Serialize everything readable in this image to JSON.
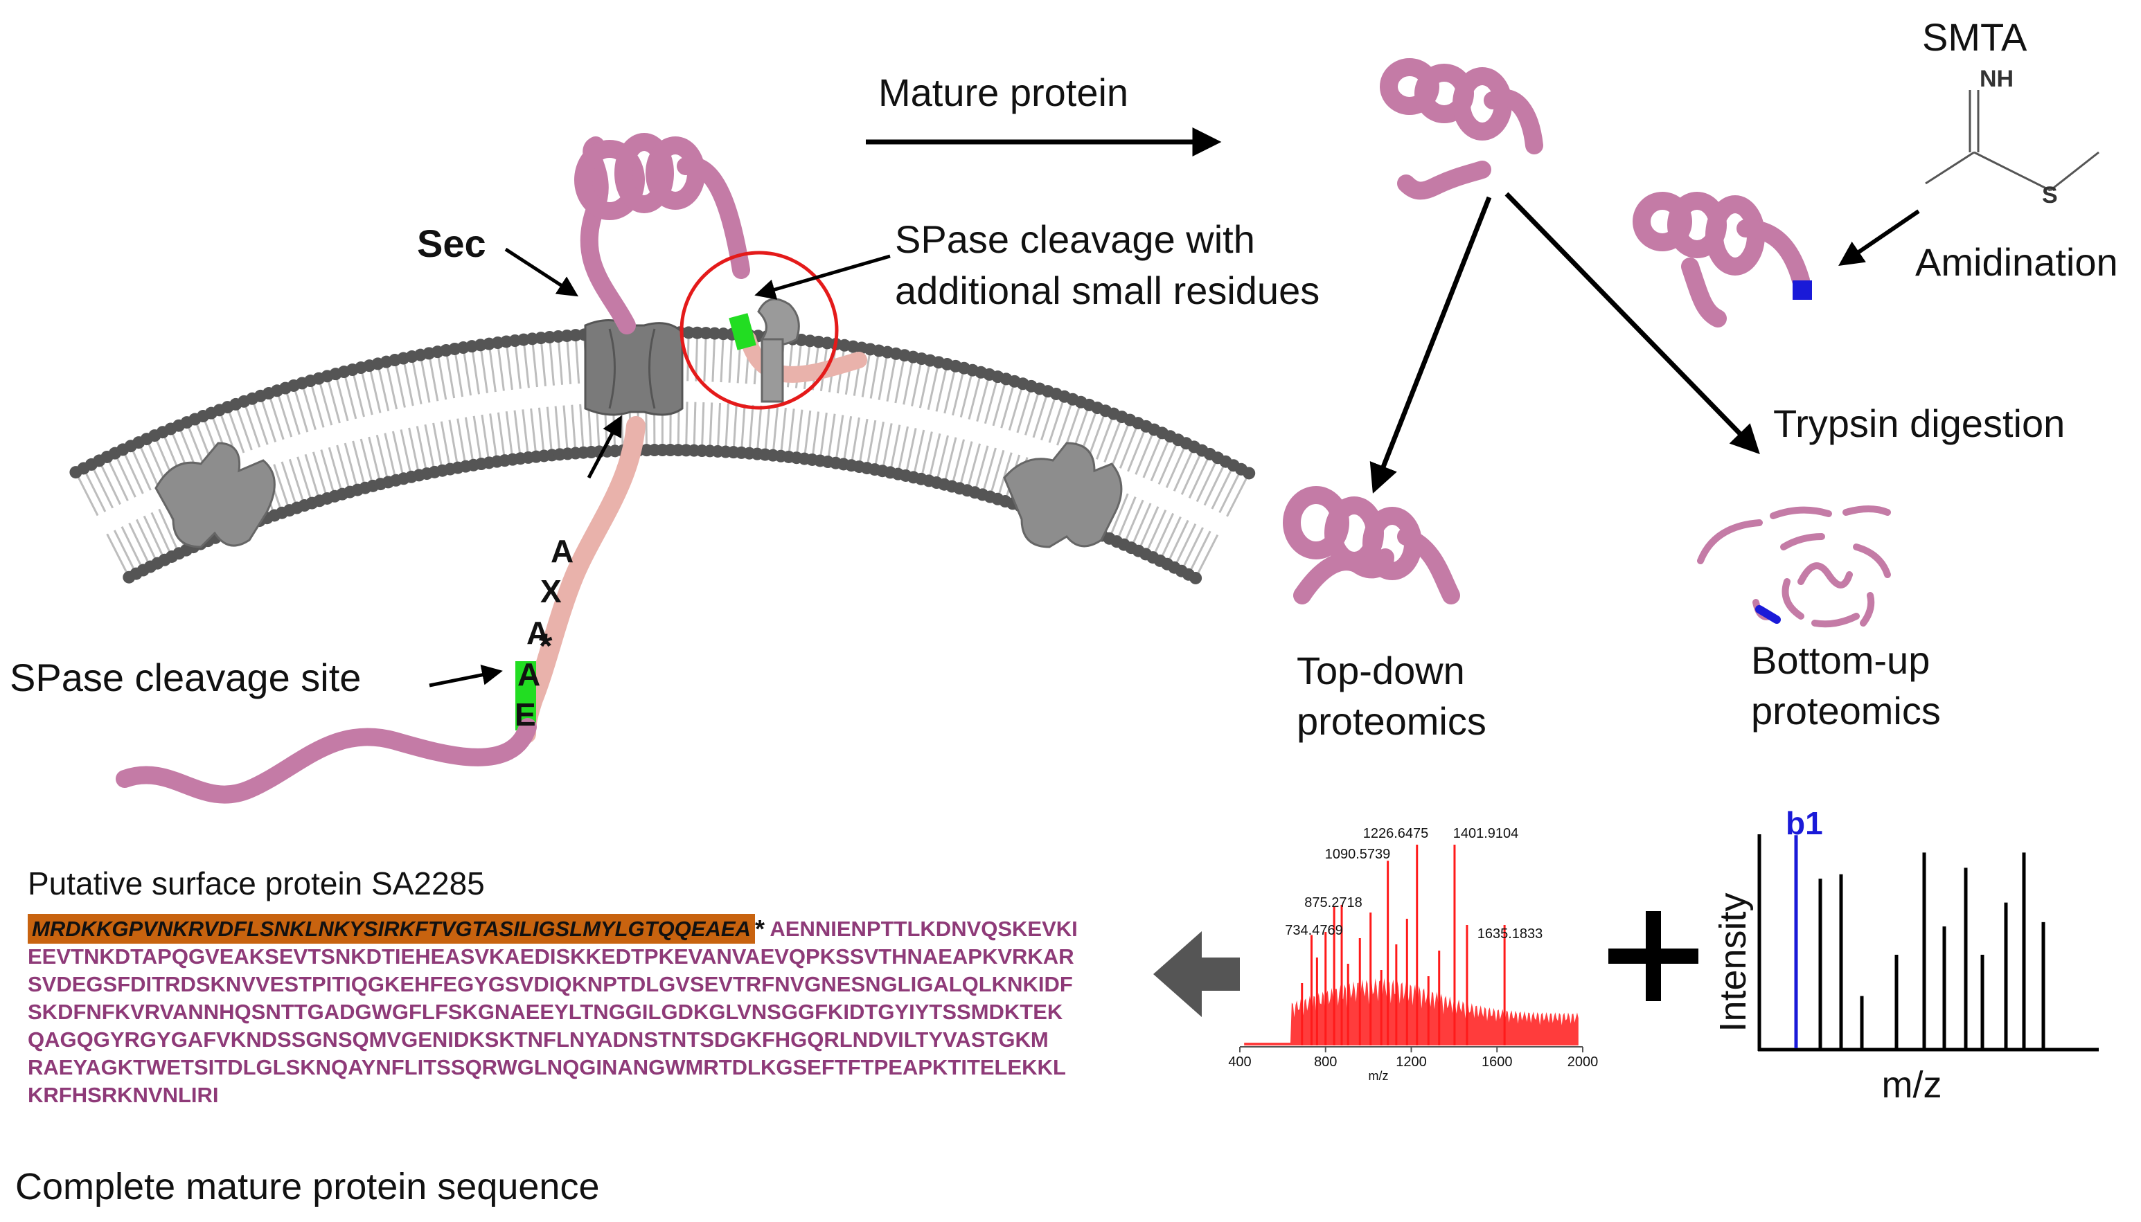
{
  "labels": {
    "mature_protein": "Mature protein",
    "smta": "SMTA",
    "nh": "NH",
    "s_atom": "S",
    "amidination": "Amidination",
    "sec": "Sec",
    "spase_cleavage_with": "SPase cleavage with",
    "additional_small_residues": "additional small residues",
    "trypsin_digestion": "Trypsin digestion",
    "spase_cleavage_site": "SPase cleavage site",
    "top_down_1": "Top-down",
    "top_down_2": "proteomics",
    "bottom_up_1": "Bottom-up",
    "bottom_up_2": "proteomics",
    "residues": [
      "A",
      "X",
      "A",
      "A",
      "E"
    ],
    "asterisk": "*",
    "putative": "Putative surface protein SA2285",
    "complete": "Complete mature protein sequence"
  },
  "sequence": {
    "signal": "MRDKKGPVNKRVDFLSNKLNKYSIRKFTVGTASILIGSLMYLGTQQEAEA",
    "star": "*",
    "first_line_rest": "AENNIENPTTLKDNVQSKEVKI",
    "lines": [
      "EEVTNKDTAPQGVEAKSEVTSNKDTIEHEASVKAEDISKKEDTPKEVANVAEVQPKSSVTHNAEAPKVRKAR",
      "SVDEGSFDITRDSKNVVESTPITIQGKEHFEGYGSVDIQKNPTDLGVSEVTRFNVGNESNGLIGALQLKNKIDF",
      "SKDFNFKVRVANNHQSNTTGADGWGFLFSKGNAEEYLTNGGILGDKGLVNSGGFKIDTGYIYTSSMDKTEK",
      "QAGQGYRGYGAFVKNDSSGNSQMVGENIDKSKTNFLNYADNSTNTSDGKFHGQRLNDVILTYVASTGKM",
      "RAEYAGKTWETSITDLGLSKNQAYNFLITSSQRWGLNQGINANGWMRTDLKGSEFTFTPEAPKTITELEKKL",
      "KRFHSRKNVNLIRI"
    ]
  },
  "ms1": {
    "peaks": [
      {
        "mz": 734.4769,
        "label": "734.4769"
      },
      {
        "mz": 875.2718,
        "label": "875.2718"
      },
      {
        "mz": 1090.5739,
        "label": "1090.5739"
      },
      {
        "mz": 1226.6475,
        "label": "1226.6475"
      },
      {
        "mz": 1401.9104,
        "label": "1401.9104"
      },
      {
        "mz": 1635.1833,
        "label": "1635.1833"
      }
    ],
    "x_ticks": [
      "400",
      "800",
      "1200",
      "1600",
      "2000"
    ],
    "x_label": "m/z",
    "color": "#ff1a1a"
  },
  "ms2": {
    "b1_label": "b1",
    "y_label": "Intensity",
    "x_label": "m/z",
    "peaks": [
      0.98,
      0.78,
      0.8,
      0.24,
      0.43,
      0.9,
      0.56,
      0.83,
      0.43,
      0.67,
      0.9,
      0.58
    ],
    "b1_color": "#1a1ad8"
  },
  "colors": {
    "protein": "#c47ba6",
    "precursor": "#e9b2ab",
    "green": "#22dd22",
    "blue": "#1a1ad8",
    "signal_box": "#c8630f",
    "sequence_text": "#8e3a78",
    "red_circle": "#e41a1a",
    "grey_arrow": "#555555"
  }
}
